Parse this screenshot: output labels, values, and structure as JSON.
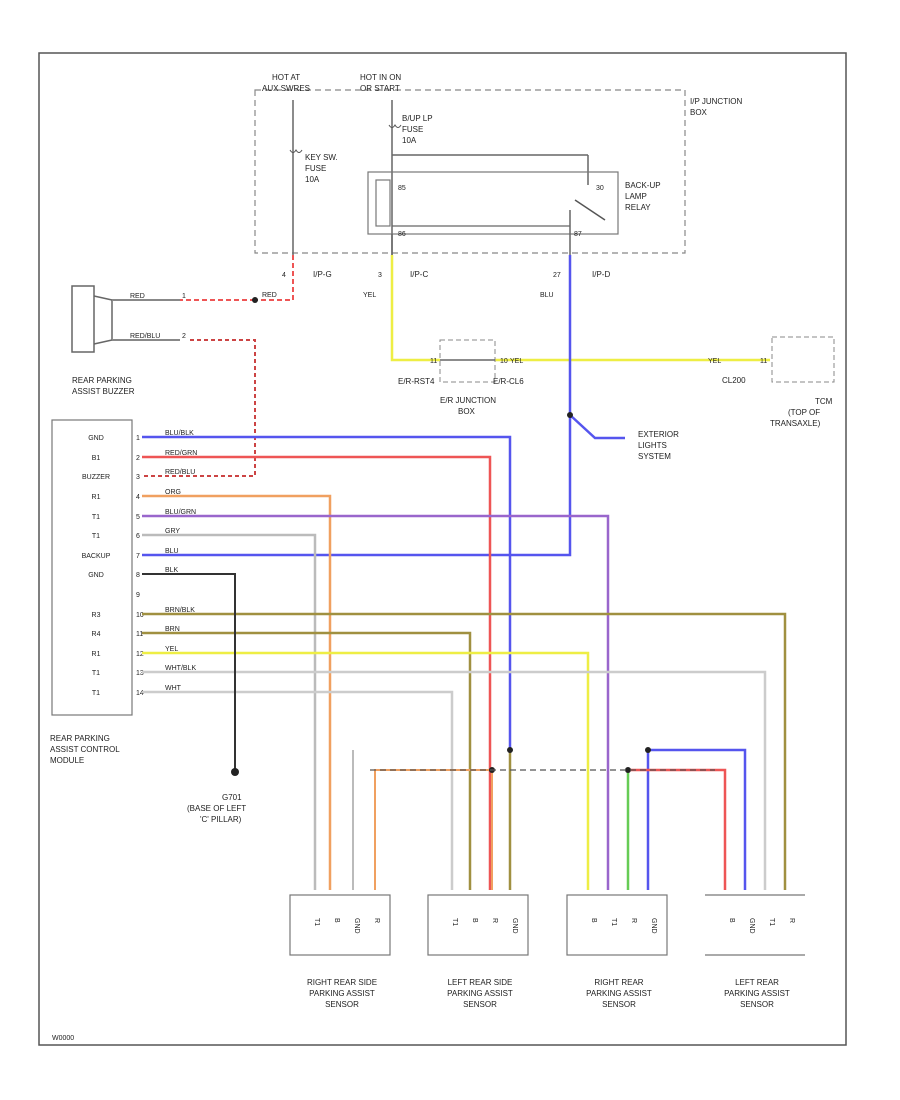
{
  "junction_box": {
    "label": [
      "I/P JUNCTION",
      "BOX"
    ],
    "hot_at_aux": [
      "HOT AT",
      "AUX SWRES"
    ],
    "hot_in_on": [
      "HOT IN ON",
      "OR START"
    ],
    "key_sw_fuse": [
      "KEY SW.",
      "FUSE",
      "10A"
    ],
    "backup_fuse": [
      "B/UP LP",
      "FUSE",
      "10A"
    ],
    "relay": [
      "BACK-UP",
      "LAMP",
      "RELAY"
    ],
    "relay_pins": [
      "85",
      "30",
      "86",
      "87"
    ]
  },
  "connector_labels": {
    "ipg_left": "I/P-G",
    "ipc": "I/P-C",
    "ipd": "I/P-D",
    "pin4": "4",
    "pin3": "3",
    "pin27": "27",
    "red": "RED",
    "yel": "YEL",
    "blu": "BLU"
  },
  "er_junction": {
    "label": [
      "E/R JUNCTION",
      "BOX"
    ],
    "left_conn": "E/R-RST4",
    "right_conn": "E/R-CL6",
    "pin_left": "11",
    "pin_right": "10",
    "wire": "YEL"
  },
  "tcm": {
    "label": [
      "TCM",
      "(TOP OF",
      "TRANSAXLE)"
    ],
    "conn": "CL200",
    "pin": "11",
    "wire": "YEL"
  },
  "exterior_lights": [
    "EXTERIOR",
    "LIGHTS",
    "SYSTEM"
  ],
  "buzzer": {
    "label": [
      "REAR PARKING",
      "ASSIST BUZZER"
    ],
    "wire1": "RED",
    "wire2": "RED/BLU",
    "pin1": "1",
    "pin2": "2"
  },
  "module": {
    "label": [
      "REAR PARKING",
      "ASSIST CONTROL",
      "MODULE"
    ],
    "pins": [
      "GND",
      "B1",
      "BUZZER",
      "R1",
      "T1",
      "T1",
      "BACKUP",
      "GND",
      "",
      "R3",
      "R4",
      "R1",
      "T1",
      "T1"
    ],
    "pin_nums": [
      "1",
      "2",
      "3",
      "4",
      "5",
      "6",
      "7",
      "8",
      "9",
      "10",
      "11",
      "12",
      "13",
      "14"
    ],
    "wire_colors": [
      "BLU/BLK",
      "RED/GRN",
      "RED/BLU",
      "ORG",
      "BLU/GRN",
      "GRY",
      "BLU",
      "BLK",
      "",
      "BRN/BLK",
      "BRN",
      "YEL",
      "WHT/BLK",
      "WHT"
    ]
  },
  "ground": {
    "code": "G701",
    "label": [
      "(BASE OF LEFT",
      "'C' PILLAR)"
    ]
  },
  "sensors": [
    {
      "label": [
        "RIGHT REAR SIDE",
        "PARKING ASSIST",
        "SENSOR"
      ],
      "pins": [
        "T1",
        "B",
        "GND",
        "R"
      ]
    },
    {
      "label": [
        "LEFT REAR SIDE",
        "PARKING ASSIST",
        "SENSOR"
      ],
      "pins": [
        "T1",
        "B",
        "R",
        "GND"
      ]
    },
    {
      "label": [
        "RIGHT REAR",
        "PARKING ASSIST",
        "SENSOR"
      ],
      "pins": [
        "B",
        "T1",
        "R",
        "GND"
      ]
    },
    {
      "label": [
        "LEFT REAR",
        "PARKING ASSIST",
        "SENSOR"
      ],
      "pins": [
        "B",
        "GND",
        "T1",
        "R"
      ]
    }
  ],
  "footer_code": "W0000",
  "colors": {
    "blue": "#5555ee",
    "red": "#ee5555",
    "orange": "#f0a060",
    "gray": "#bbbbbb",
    "black": "#222222",
    "olive": "#a09040",
    "yellow": "#eeee44",
    "purple": "#9966cc",
    "green": "#66cc55",
    "lightgray": "#cccccc"
  }
}
